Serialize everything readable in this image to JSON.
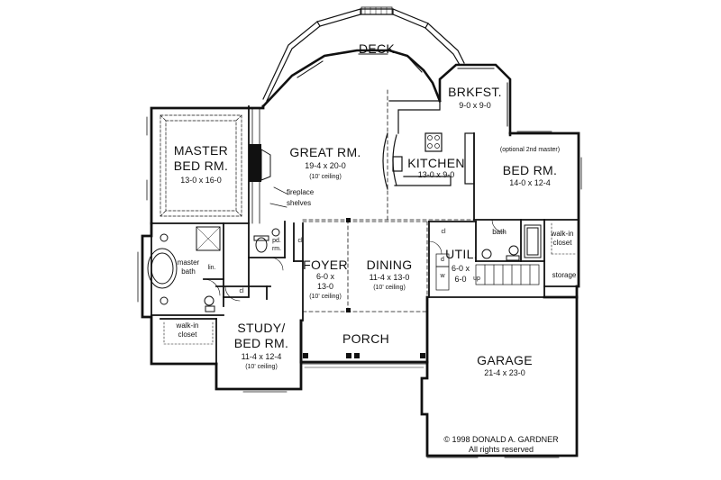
{
  "rooms": {
    "deck": {
      "name": "DECK"
    },
    "breakfast": {
      "name": "BRKFST.",
      "dims": "9-0 x 9-0"
    },
    "master_bed": {
      "name_line1": "MASTER",
      "name_line2": "BED RM.",
      "dims": "13-0 x 16-0"
    },
    "great_room": {
      "name": "GREAT RM.",
      "dims": "19-4 x 20-0",
      "note": "(10' ceiling)"
    },
    "kitchen": {
      "name": "KITCHEN",
      "dims": "13-0 x 9-0"
    },
    "bed_room": {
      "note": "(optional 2nd master)",
      "name": "BED RM.",
      "dims": "14-0 x 12-4"
    },
    "fireplace_shelves": {
      "line1": "fireplace",
      "line2": "shelves"
    },
    "powder_room": {
      "line1": "pd.",
      "line2": "rm."
    },
    "foyer": {
      "name": "FOYER",
      "dims_line1": "6-0 x",
      "dims_line2": "13-0",
      "note": "(10' ceiling)"
    },
    "dining": {
      "name": "DINING",
      "dims": "11-4 x 13-0",
      "note": "(10' ceiling)"
    },
    "utility": {
      "name": "UTIL.",
      "dims_line1": "6-0 x",
      "dims_line2": "6-0",
      "up": "up"
    },
    "bath": {
      "name": "bath"
    },
    "walk_in_closet_right": {
      "line1": "walk-in",
      "line2": "closet"
    },
    "storage": {
      "name": "storage"
    },
    "master_bath": {
      "line1": "master",
      "line2": "bath"
    },
    "linen": {
      "name": "lin."
    },
    "walk_in_closet_left": {
      "line1": "walk-in",
      "line2": "closet"
    },
    "study": {
      "name_line1": "STUDY/",
      "name_line2": "BED RM.",
      "dims": "11-4 x 12-4",
      "note": "(10' ceiling)"
    },
    "porch": {
      "name": "PORCH"
    },
    "garage": {
      "name": "GARAGE",
      "dims": "21-4 x 23-0"
    }
  },
  "closet_marks": {
    "cl": "cl"
  },
  "laundry_marks": {
    "d": "d",
    "w": "w"
  },
  "copyright": {
    "line1": "© 1998 DONALD A. GARDNER",
    "line2": "All rights reserved"
  }
}
